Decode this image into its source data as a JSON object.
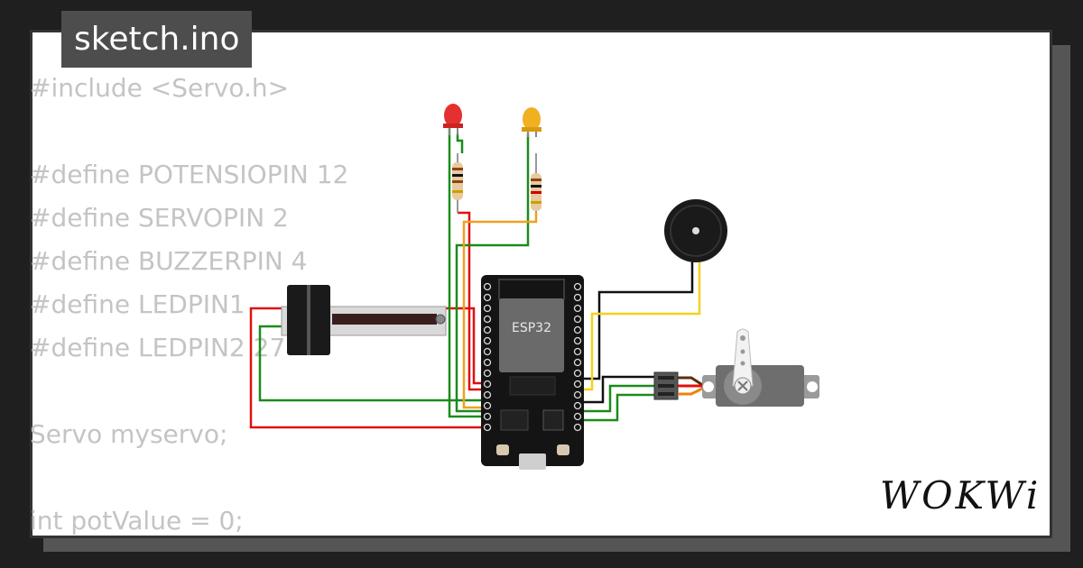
{
  "tab": {
    "filename": "sketch.ino"
  },
  "code_lines": [
    "#include <Servo.h>",
    "",
    "#define POTENSIOPIN 12",
    "#define SERVOPIN 2",
    "#define BUZZERPIN 4",
    "#define LEDPIN1 ",
    "#define LEDPIN2 27",
    "",
    "Servo myservo;",
    "",
    "int potValue = 0;"
  ],
  "board": {
    "label": "ESP32"
  },
  "brand": {
    "logo_text": "WOKWi"
  },
  "colors": {
    "wire_red": "#e01010",
    "wire_green": "#1a8c1a",
    "wire_orange": "#f0a020",
    "wire_yellow": "#f5d020",
    "wire_black": "#111111",
    "board": "#141414",
    "chip": "#6a6a6a"
  }
}
